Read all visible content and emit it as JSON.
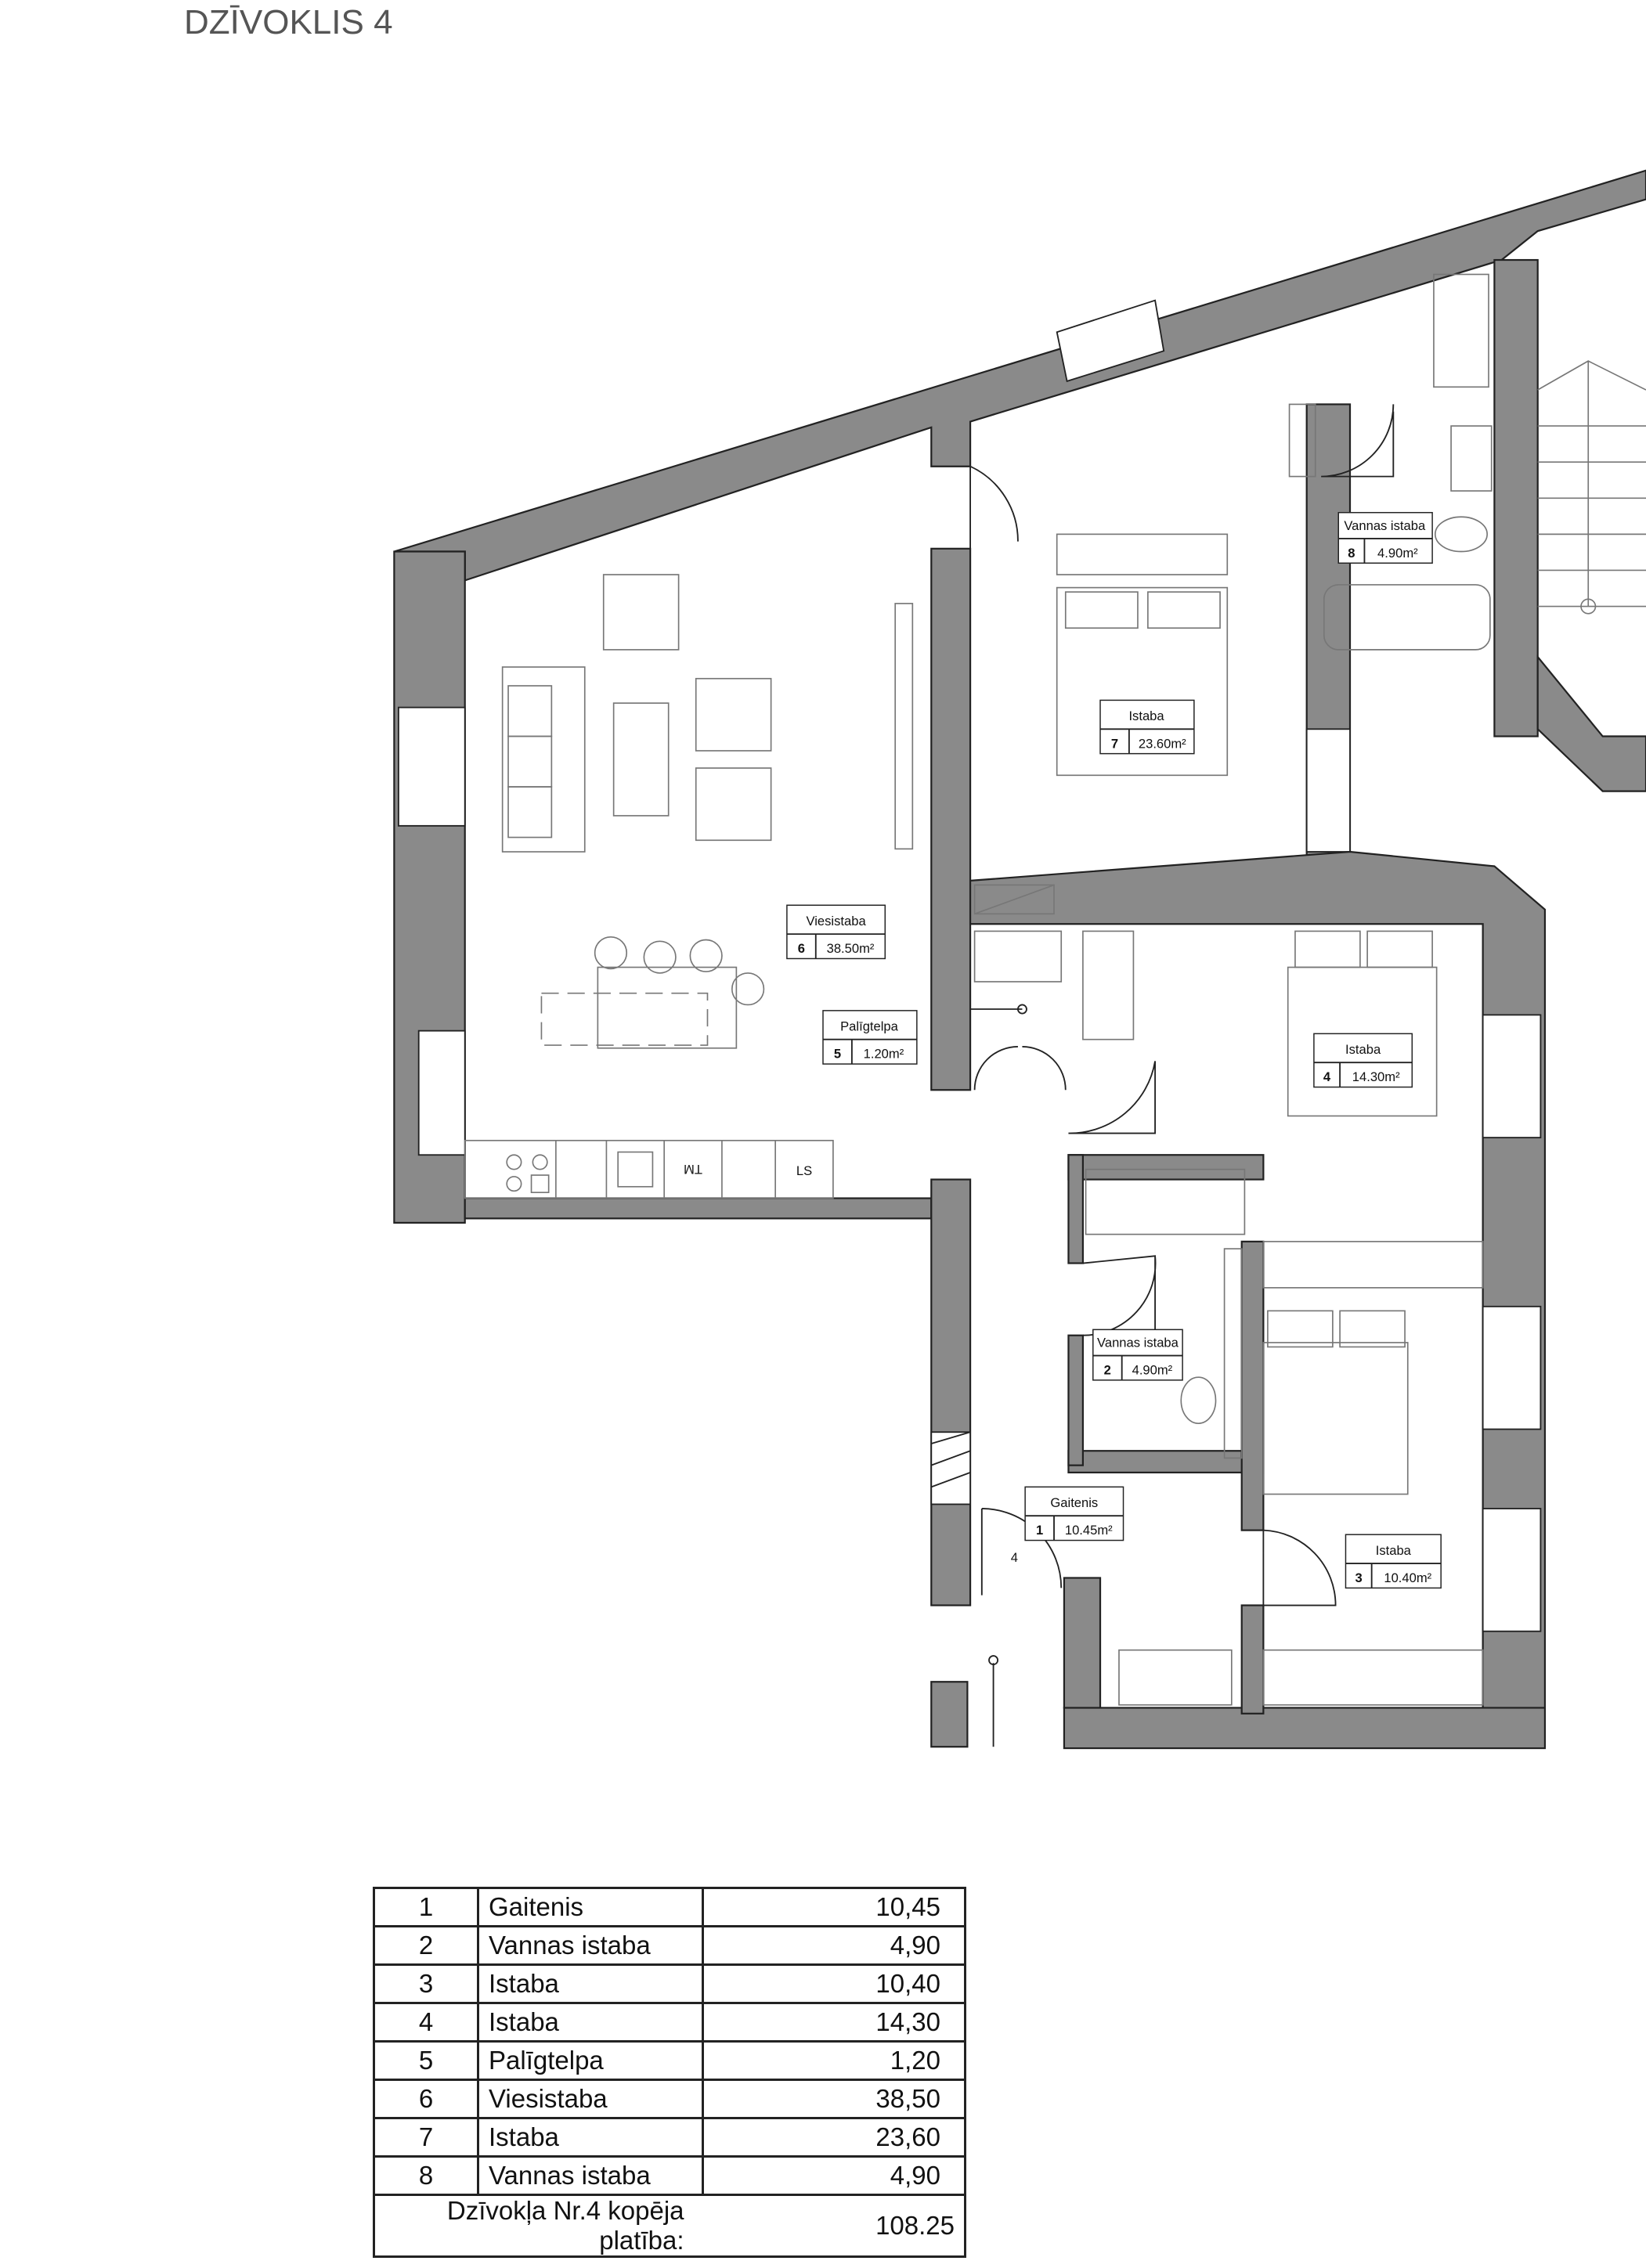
{
  "title": "DZĪVOKLIS 4",
  "rooms": [
    {
      "number": "1",
      "name": "Gaitenis",
      "area": "10.45m²",
      "table_area": "10,45"
    },
    {
      "number": "2",
      "name": "Vannas istaba",
      "area": "4.90m²",
      "table_area": "4,90"
    },
    {
      "number": "3",
      "name": "Istaba",
      "area": "10.40m²",
      "table_area": "10,40"
    },
    {
      "number": "4",
      "name": "Istaba",
      "area": "14.30m²",
      "table_area": "14,30"
    },
    {
      "number": "5",
      "name": "Palīgtelpa",
      "area": "1.20m²",
      "table_area": "1,20"
    },
    {
      "number": "6",
      "name": "Viesistaba",
      "area": "38.50m²",
      "table_area": "38,50"
    },
    {
      "number": "7",
      "name": "Istaba",
      "area": "23.60m²",
      "table_area": "23,60"
    },
    {
      "number": "8",
      "name": "Vannas istaba",
      "area": "4.90m²",
      "table_area": "4,90"
    }
  ],
  "kitchen_labels": {
    "dishwasher": "TM",
    "fridge": "LS"
  },
  "entrance_number": "4",
  "total": {
    "label": "Dzīvokļa Nr.4 kopēja platība:",
    "value": "108.25"
  }
}
